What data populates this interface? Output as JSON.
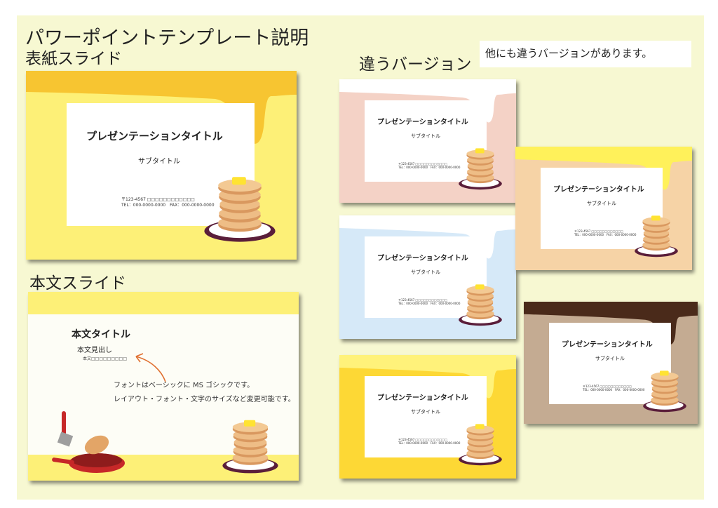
{
  "page": {
    "heading": "パワーポイントテンプレート説明",
    "cover_label": "表紙スライド",
    "body_label": "本文スライド",
    "variants_label": "違うバージョン",
    "variants_note": "他にも違うバージョンがあります。"
  },
  "cover": {
    "title": "プレゼンテーションタイトル",
    "subtitle": "サブタイトル",
    "address": "〒123-4567 □□□□□□□□□□□□",
    "tel": "TEL：000-0000-0000　FAX：000-0000-0000"
  },
  "body_slide": {
    "title": "本文タイトル",
    "heading": "本文見出し",
    "text": "本文□□□□□□□□□",
    "note_line1": "フォントはベーシックに MS ゴシックです。",
    "note_line2": "レイアウト・フォント・文字のサイズなど変更可能です。"
  },
  "variants": [
    {
      "name": "pink",
      "title": "プレゼンテーションタイトル",
      "subtitle": "サブタイトル",
      "address": "〒123-4567 □□□□□□□□□□□□",
      "tel": "TEL：000-0000-0000　FAX：000-0000-0000",
      "bg": "#f4d2c6",
      "drip": "#ffffff"
    },
    {
      "name": "blue",
      "title": "プレゼンテーションタイトル",
      "subtitle": "サブタイトル",
      "address": "〒123-4567 □□□□□□□□□□□□",
      "tel": "TEL：000-0000-0000　FAX：000-0000-0000",
      "bg": "#d6e9f8",
      "drip": "#ffffff"
    },
    {
      "name": "gold",
      "title": "プレゼンテーションタイトル",
      "subtitle": "サブタイトル",
      "address": "〒123-4567 □□□□□□□□□□□□",
      "tel": "TEL：000-0000-0000　FAX：000-0000-0000",
      "bg": "#fdd835",
      "drip": "#fff27a"
    },
    {
      "name": "peach",
      "title": "プレゼンテーションタイトル",
      "subtitle": "サブタイトル",
      "address": "〒123-4567 □□□□□□□□□□□□",
      "tel": "TEL：000-0000-0000　FAX：000-0000-0000",
      "bg": "#f6d3a6",
      "drip": "#fff15a"
    },
    {
      "name": "chocolate",
      "title": "プレゼンテーションタイトル",
      "subtitle": "サブタイトル",
      "address": "〒123-4567 □□□□□□□□□□□□",
      "tel": "TEL：000-0000-0000　FAX：000-0000-0000",
      "bg": "#c4ab92",
      "drip": "#4a2a1a"
    }
  ],
  "colors": {
    "sheet": "#f7f8d2",
    "cover_bg": "#fdf077",
    "honey": "#f7c531",
    "pancake": "#e8b07a",
    "plate_rim": "#5a1e3a",
    "butter": "#ffe332"
  }
}
